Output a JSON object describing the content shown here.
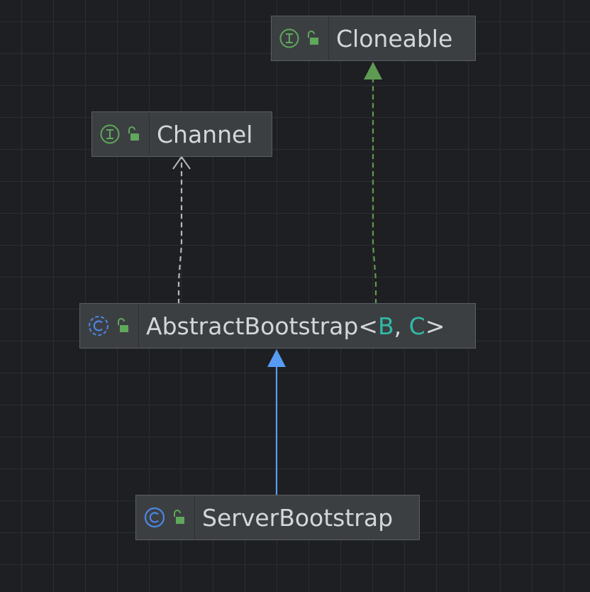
{
  "colors": {
    "background": "#1e1f22",
    "grid": "#2b2d31",
    "node_fill": "#3c3f41",
    "node_border": "#5b5e63",
    "text": "#d4d6da",
    "interface_icon": "#5fa85c",
    "class_icon": "#4a86e8",
    "type_param": "#2fbaa7",
    "edge_implements": "#5f9a52",
    "edge_extends": "#569cf5",
    "edge_dependency": "#b6b8bb"
  },
  "nodes": {
    "cloneable": {
      "kind": "interface",
      "name": "Cloneable",
      "icons": [
        "interface-icon",
        "public-access-icon"
      ]
    },
    "channel": {
      "kind": "interface",
      "name": "Channel",
      "icons": [
        "interface-icon",
        "public-access-icon"
      ]
    },
    "abstract_bootstrap": {
      "kind": "abstract-class",
      "name": "AbstractBootstrap",
      "open": "<",
      "p1": "B",
      "sep": ", ",
      "p2": "C",
      "close": ">",
      "icons": [
        "abstract-class-icon",
        "public-access-icon"
      ]
    },
    "server_bootstrap": {
      "kind": "class",
      "name": "ServerBootstrap",
      "icons": [
        "class-icon",
        "public-access-icon"
      ]
    }
  },
  "edges": [
    {
      "from": "abstract_bootstrap",
      "to": "cloneable",
      "type": "implements"
    },
    {
      "from": "abstract_bootstrap",
      "to": "channel",
      "type": "dependency"
    },
    {
      "from": "server_bootstrap",
      "to": "abstract_bootstrap",
      "type": "extends"
    }
  ]
}
